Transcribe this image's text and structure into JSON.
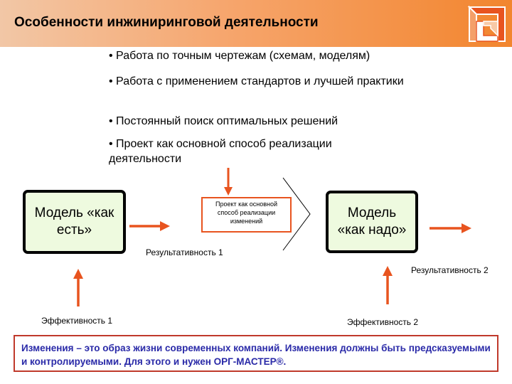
{
  "header": {
    "title": "Особенности инжиниринговой деятельности"
  },
  "bullets": [
    "• Работа по точным чертежам (схемам, моделям)",
    "• Работа с применением стандартов и лучшей практики",
    "• Постоянный поиск оптимальных решений",
    "• Проект как основной способ реализации деятельности"
  ],
  "diagram": {
    "model_current": "Модель «как есть»",
    "model_target": "Модель «как надо»",
    "project_box": "Проект как основной способ реализации изменений",
    "effectiveness_1": "Результативность 1",
    "effectiveness_2": "Результативность 2",
    "efficiency_1": "Эффективность 1",
    "efficiency_2": "Эффективность 2"
  },
  "footer": {
    "text": "Изменения – это образ жизни современных компаний. Изменения должны быть предсказуемыми и контролируемыми. Для этого и нужен ОРГ-МАСТЕР®."
  },
  "colors": {
    "arrow": "#e8541f",
    "box_fill": "#eefadf",
    "footer_text": "#2a2aa8",
    "footer_border": "#c0392b",
    "header_gradient_end": "#f2852e"
  }
}
